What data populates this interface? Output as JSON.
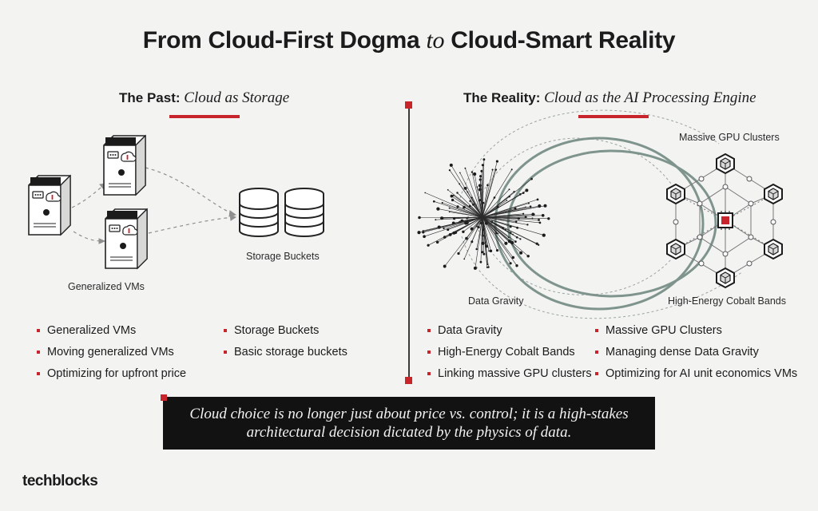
{
  "title": {
    "part1": "From Cloud-First Dogma",
    "connector": "to",
    "part2": "Cloud-Smart Reality"
  },
  "past": {
    "heading_bold": "The Past:",
    "heading_italic": "Cloud as Storage",
    "label_vms": "Generalized VMs",
    "label_storage": "Storage Buckets",
    "bullets_col1": [
      "Generalized VMs",
      "Moving generalized VMs",
      "Optimizing for upfront price"
    ],
    "bullets_col2": [
      "Storage Buckets",
      "Basic storage buckets"
    ]
  },
  "reality": {
    "heading_bold": "The Reality:",
    "heading_italic": "Cloud as the AI Processing Engine",
    "label_gpu": "Massive GPU Clusters",
    "label_gravity": "Data Gravity",
    "label_bands": "High-Energy Cobalt Bands",
    "bullets_col1": [
      "Data Gravity",
      "High-Energy Cobalt Bands",
      "Linking massive GPU clusters"
    ],
    "bullets_col2": [
      "Massive GPU Clusters",
      "Managing dense Data Gravity",
      "Optimizing for AI unit economics VMs"
    ]
  },
  "quote": "Cloud choice is no longer just about price vs. control; it is a high-stakes architectural decision dictated by the physics of data.",
  "logo": "techblocks",
  "colors": {
    "accent": "#c8242c",
    "band": "#7e948d",
    "dark": "#121212",
    "background": "#f3f3f2"
  },
  "icons": [
    "server-icon",
    "cloud-icon",
    "database-icon",
    "gpu-cube-icon",
    "processor-chip-icon"
  ]
}
